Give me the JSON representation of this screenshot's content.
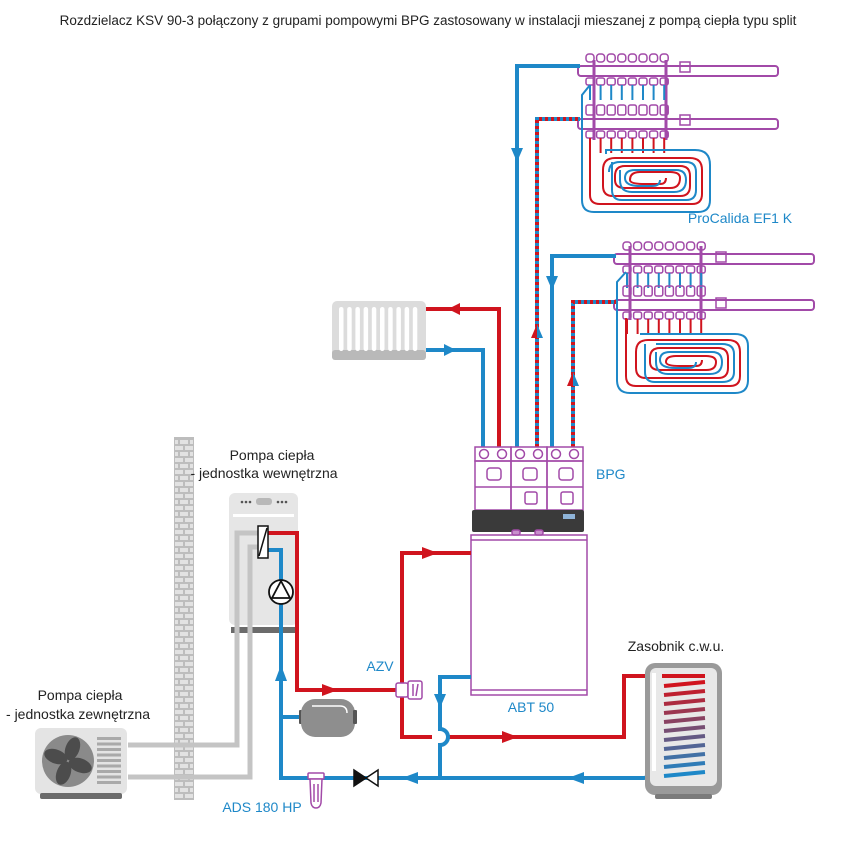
{
  "title": "Rozdzielacz KSV 90-3 połączony z grupami pompowymi BPG zastosowany w instalacji mieszanej z pompą ciepła typu split",
  "labels": {
    "procalida": "ProCalida EF1 K",
    "bpg": "BPG",
    "indoor_unit_line1": "Pompa ciepła",
    "indoor_unit_line2": "- jednostka wewnętrzna",
    "outdoor_unit_line1": "Pompa ciepła",
    "outdoor_unit_line2": "- jednostka zewnętrzna",
    "azv": "AZV",
    "abt": "ABT 50",
    "ads": "ADS 180 HP",
    "dhw_tank": "Zasobnik c.w.u."
  },
  "colors": {
    "supply_red": "#d0141e",
    "return_blue": "#1e88c8",
    "component_purple": "#a24aa8",
    "unit_gray": "#e4e4e4",
    "dark_gray": "#6b6b6b",
    "refrigerant_gray": "#c4c4c4"
  }
}
